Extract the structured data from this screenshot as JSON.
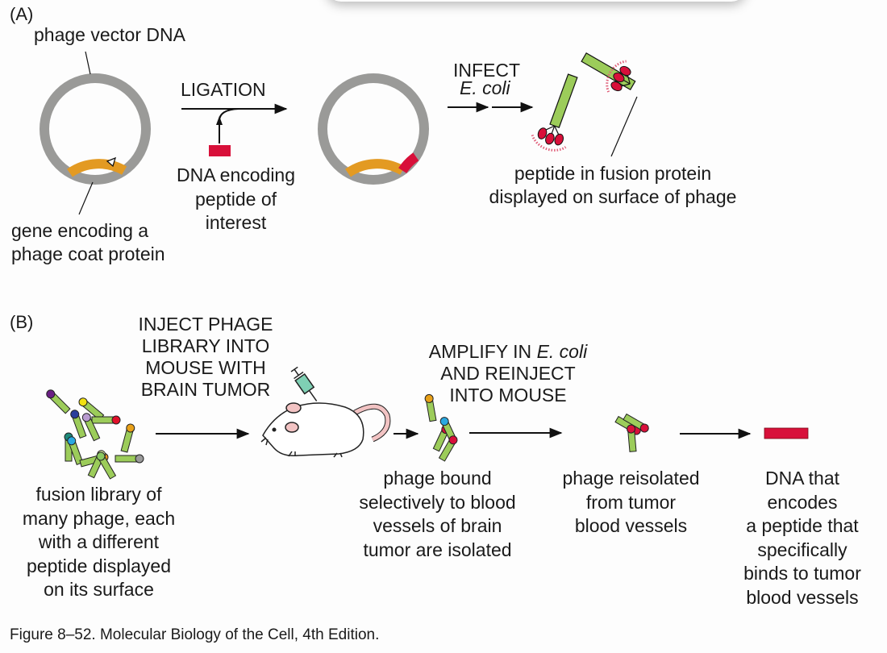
{
  "figure": {
    "caption": "Figure 8–52. Molecular Biology of the Cell, 4th Edition."
  },
  "panel_a": {
    "label": "(A)",
    "vector_label": "phage vector DNA",
    "coat_gene_label_line1": "gene encoding a",
    "coat_gene_label_line2": "phage coat protein",
    "ligation_label": "LIGATION",
    "insert_label_line1": "DNA encoding",
    "insert_label_line2": "peptide of",
    "insert_label_line3": "interest",
    "infect_label_line1": "INFECT",
    "infect_label_line2": "E. coli",
    "display_label_line1": "peptide in fusion protein",
    "display_label_line2": "displayed on surface of phage"
  },
  "panel_b": {
    "label": "(B)",
    "inject_label": [
      "INJECT PHAGE",
      "LIBRARY INTO",
      "MOUSE WITH",
      "BRAIN TUMOR"
    ],
    "amplify_label_line1_prefix": "AMPLIFY IN ",
    "amplify_label_line1_italic": "E. coli",
    "amplify_label_line2": "AND REINJECT",
    "amplify_label_line3": "INTO MOUSE",
    "library_caption": [
      "fusion library of",
      "many phage, each",
      "with a different",
      "peptide displayed",
      "on its surface"
    ],
    "bound_caption": [
      "phage bound",
      "selectively to blood",
      "vessels of brain",
      "tumor are isolated"
    ],
    "reisolated_caption": [
      "phage reisolated",
      "from tumor",
      "blood vessels"
    ],
    "dna_caption": [
      "DNA that",
      "encodes",
      "a peptide that",
      "specifically",
      "binds to tumor",
      "blood vessels"
    ]
  },
  "colors": {
    "vector_gray": "#9a9a98",
    "coat_gene_orange": "#e39a22",
    "insert_red": "#d8103a",
    "phage_green": "#9ccc5a",
    "syringe_teal": "#7fd0b4",
    "mouse_pink": "#f2c3c3",
    "library_heads": [
      "#6a1f84",
      "#2b3e9c",
      "#f2e012",
      "#e0102a",
      "#e8a018",
      "#1e8a7a",
      "#2aa8e0",
      "#9a9a9a",
      "#b89ad0",
      "#e89020",
      "#d8e8a0",
      "#8ac860"
    ]
  }
}
